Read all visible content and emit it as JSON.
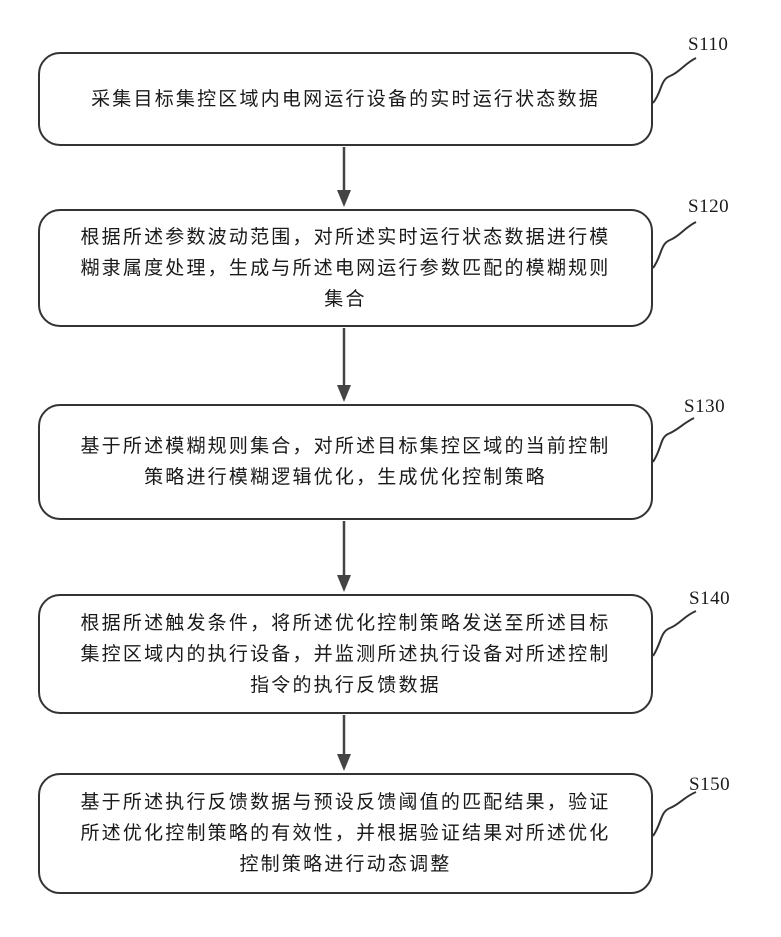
{
  "flowchart": {
    "steps": [
      {
        "id": "S110",
        "text": "采集目标集控区域内电网运行设备的实时运行状态数据"
      },
      {
        "id": "S120",
        "text": "根据所述参数波动范围，对所述实时运行状态数据进行模\n糊隶属度处理，生成与所述电网运行参数匹配的模糊规则\n集合"
      },
      {
        "id": "S130",
        "text": "基于所述模糊规则集合，对所述目标集控区域的当前控制\n策略进行模糊逻辑优化，生成优化控制策略"
      },
      {
        "id": "S140",
        "text": "根据所述触发条件，将所述优化控制策略发送至所述目标\n集控区域内的执行设备，并监测所述执行设备对所述控制\n指令的执行反馈数据"
      },
      {
        "id": "S150",
        "text": "基于所述执行反馈数据与预设反馈阈值的匹配结果，验证\n所述优化控制策略的有效性，并根据验证结果对所述优化\n控制策略进行动态调整"
      }
    ],
    "colors": {
      "stroke": "#333333",
      "arrow": "#444444",
      "text": "#1a1a1a"
    }
  }
}
